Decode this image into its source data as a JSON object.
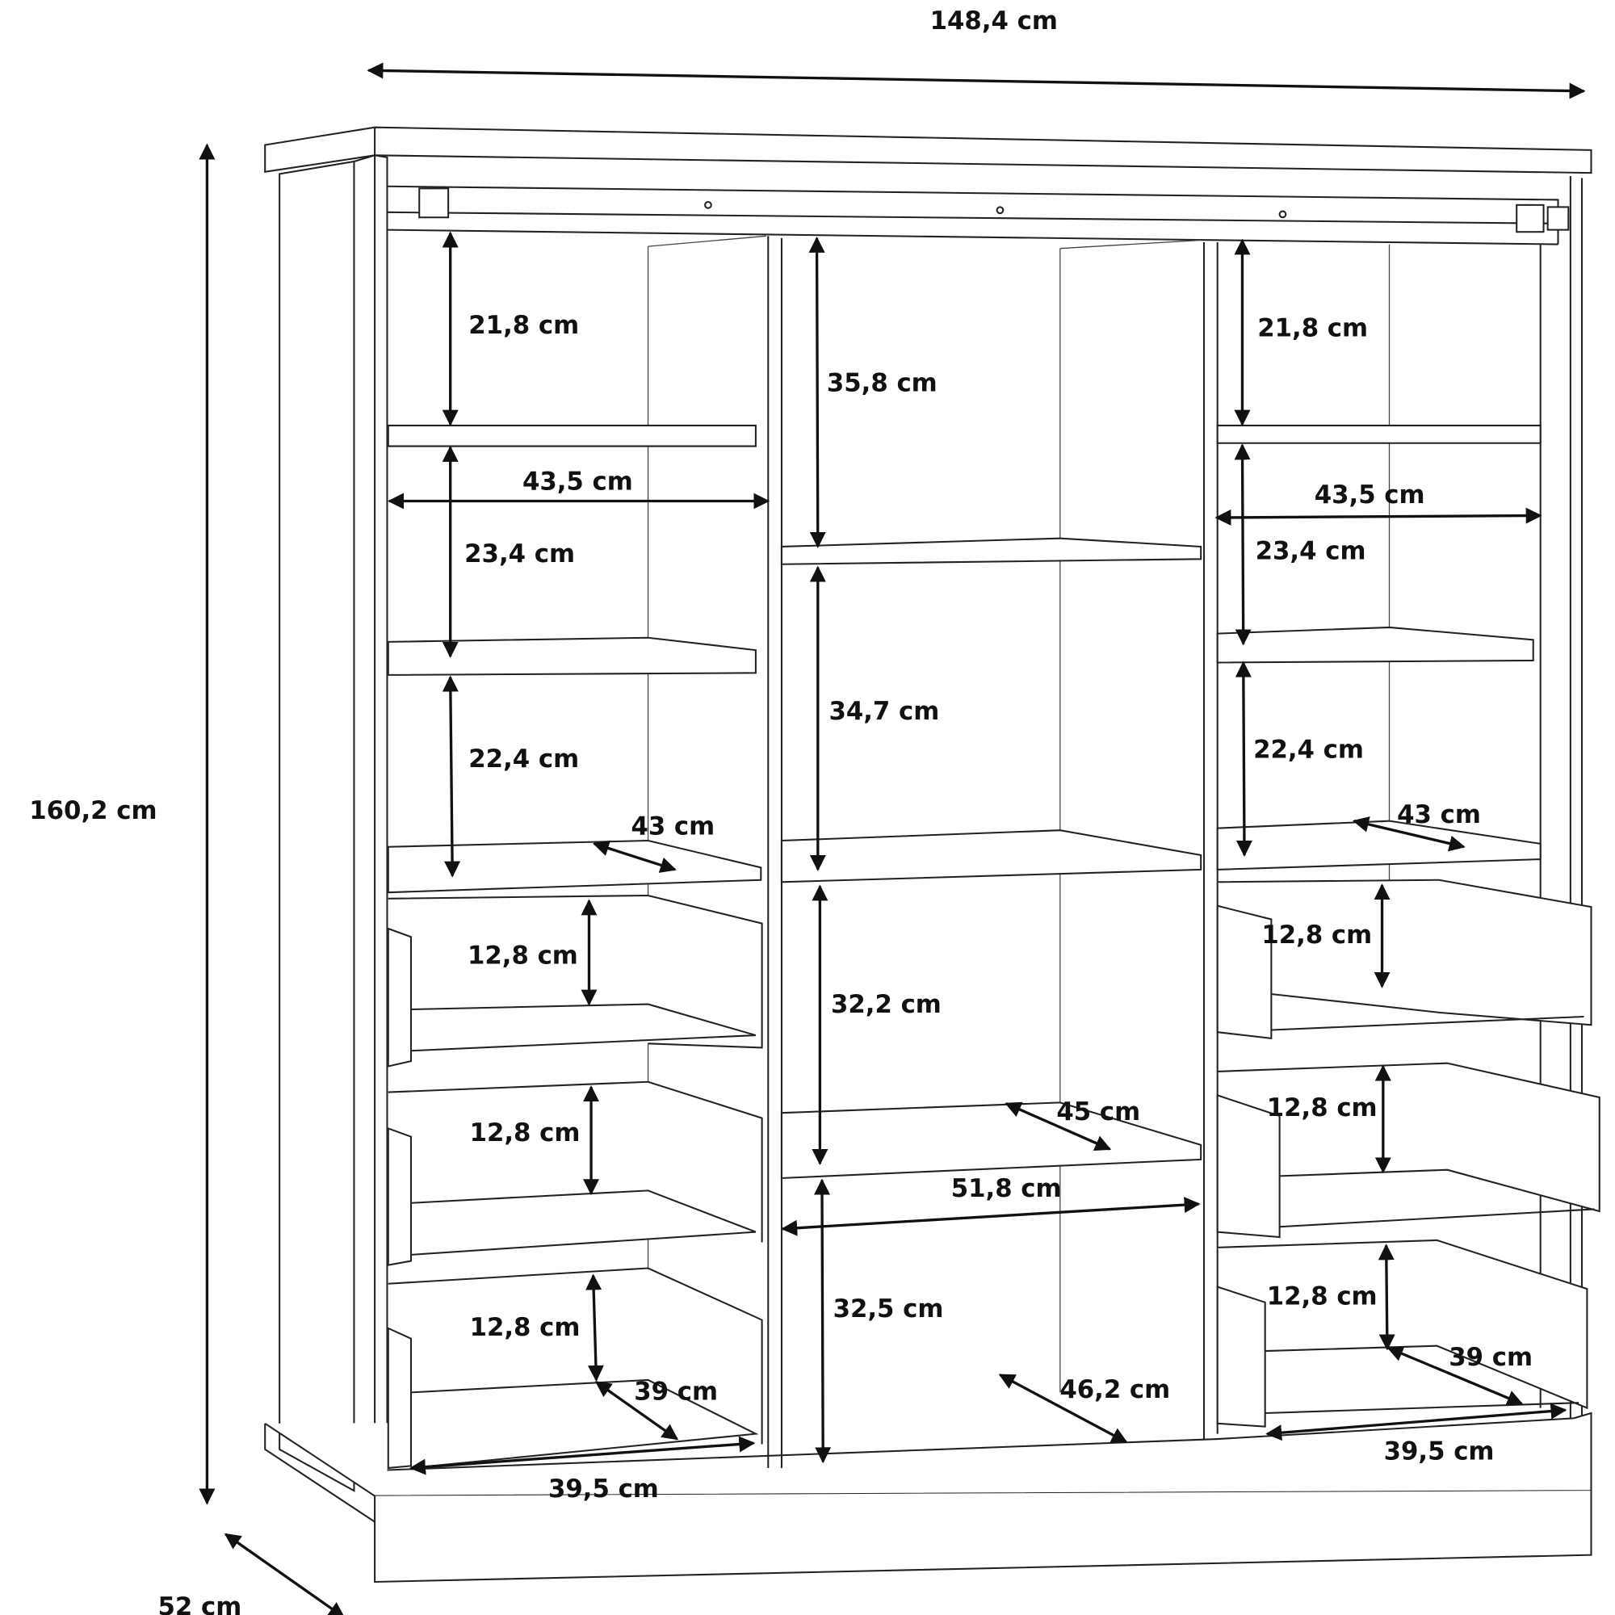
{
  "overall": {
    "width": "148,4 cm",
    "height": "160,2 cm",
    "depth": "52 cm"
  },
  "left_column": {
    "compartment_heights": [
      "21,8 cm",
      "23,4 cm",
      "22,4 cm"
    ],
    "inner_width": "43,5 cm",
    "shelf_depth": "43 cm",
    "drawer_heights": [
      "12,8 cm",
      "12,8 cm",
      "12,8 cm"
    ],
    "drawer_depth": "39 cm",
    "drawer_width": "39,5 cm"
  },
  "center_column": {
    "compartment_heights": [
      "35,8 cm",
      "34,7 cm",
      "32,2 cm",
      "32,5 cm"
    ],
    "shelf_depth": "45 cm",
    "inner_width": "51,8 cm",
    "bottom_depth": "46,2 cm"
  },
  "right_column": {
    "compartment_heights": [
      "21,8 cm",
      "23,4 cm",
      "22,4 cm"
    ],
    "inner_width": "43,5 cm",
    "shelf_depth": "43 cm",
    "drawer_heights": [
      "12,8 cm",
      "12,8 cm",
      "12,8 cm"
    ],
    "drawer_depth": "39 cm",
    "drawer_width": "39,5 cm"
  }
}
